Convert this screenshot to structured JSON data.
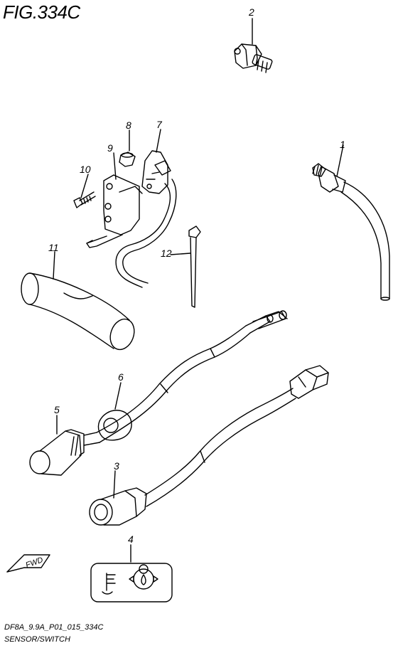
{
  "figure": {
    "title": "FIG.334C"
  },
  "footer": {
    "code": "DF8A_9.9A_P01_015_334C",
    "name": "SENSOR/SWITCH"
  },
  "callouts": [
    "1",
    "2",
    "3",
    "4",
    "5",
    "6",
    "7",
    "8",
    "9",
    "10",
    "11",
    "12"
  ],
  "direction_marker": {
    "label": "FWD"
  },
  "colors": {
    "line": "#000000",
    "background": "#ffffff"
  }
}
